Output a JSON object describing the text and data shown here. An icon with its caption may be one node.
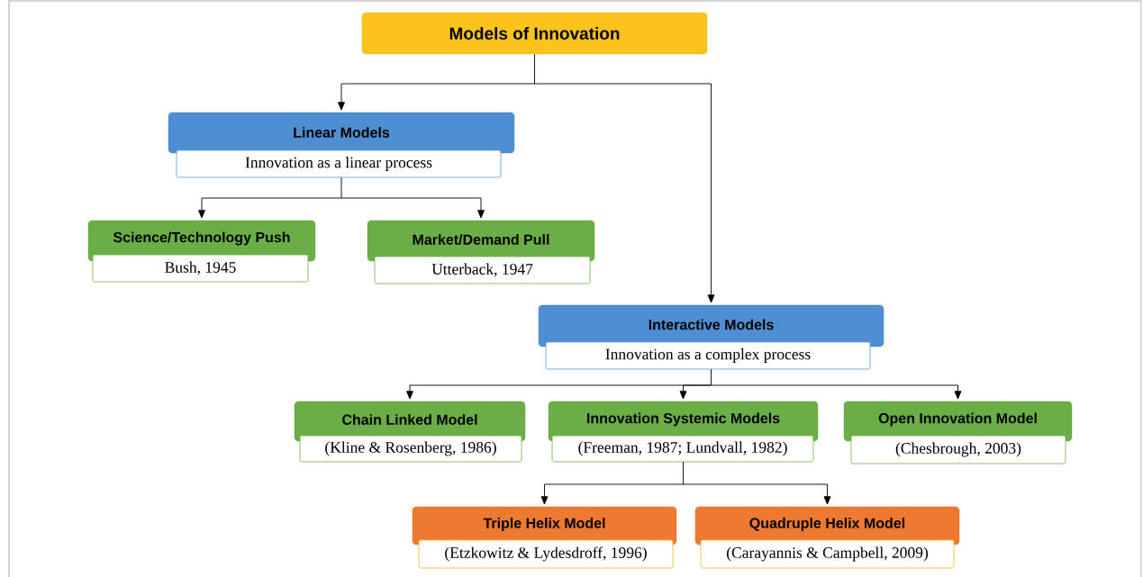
{
  "diagram": {
    "nodes": [
      {
        "text": [
          "Models of Innovation"
        ]
      },
      {
        "text": [
          "Linear Models",
          "Innovation as a linear process"
        ]
      },
      {
        "text": [
          "Science/Technology Push",
          "Bush, 1945"
        ]
      },
      {
        "text": [
          "Market/Demand Pull",
          "Utterback, 1947"
        ]
      },
      {
        "text": [
          "Interactive Models",
          "Innovation as a complex process"
        ]
      },
      {
        "text": [
          "Chain Linked Model",
          "(Kline & Rosenberg, 1986)"
        ]
      },
      {
        "text": [
          "Innovation Systemic Models",
          "(Freeman, 1987; Lundvall, 1982)"
        ]
      },
      {
        "text": [
          "Open Innovation Model",
          "(Chesbrough, 2003)"
        ]
      },
      {
        "text": [
          "Triple Helix Model",
          "(Etzkowitz & Lydesdroff, 1996)"
        ]
      },
      {
        "text": [
          "Quadruple Helix Model",
          "(Carayannis & Campbell, 2009)"
        ]
      }
    ],
    "edges": [
      {
        "from": 0,
        "to": 1,
        "arrow": "to"
      },
      {
        "from": 0,
        "to": 4,
        "arrow": "to"
      },
      {
        "from": 1,
        "to": 2,
        "arrow": "to"
      },
      {
        "from": 1,
        "to": 3,
        "arrow": "to"
      },
      {
        "from": 4,
        "to": 5,
        "arrow": "to"
      },
      {
        "from": 4,
        "to": 6,
        "arrow": "to"
      },
      {
        "from": 4,
        "to": 7,
        "arrow": "to"
      },
      {
        "from": 6,
        "to": 8,
        "arrow": "to"
      },
      {
        "from": 6,
        "to": 9,
        "arrow": "to"
      }
    ]
  }
}
